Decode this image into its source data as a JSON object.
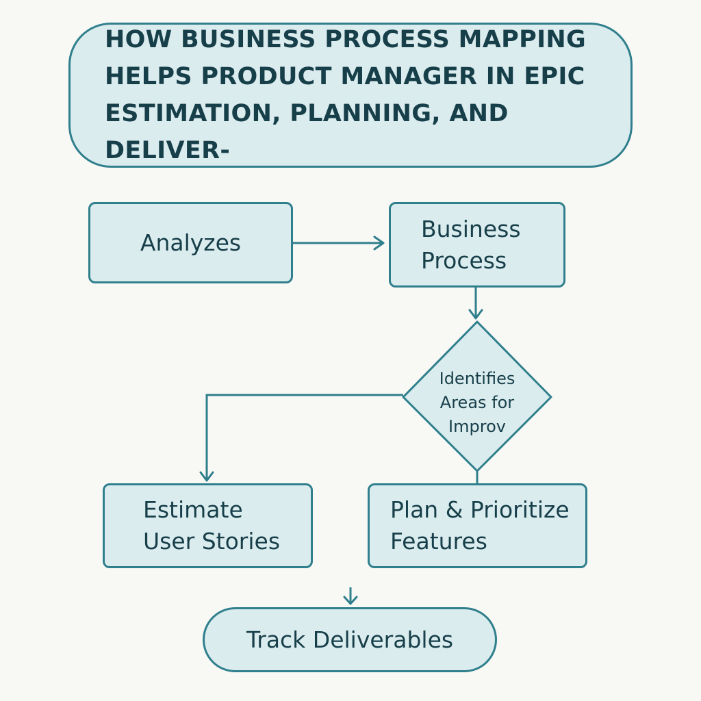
{
  "title": "HOW BUSINESS PROCESS MAPPING\nHELPS PRODUCT MANAGER IN EPIC\nESTIMATION, PLANNING, AND DELIVER-",
  "nodes": {
    "analyzes": "Analyzes",
    "business_process": "Business\nProcess",
    "identifies": "Identifies\nAreas for\nImprov",
    "estimate": "Estimate\nUser Stories",
    "plan": "Plan & Prioritize\nFeatures",
    "track": "Track Deliverables"
  },
  "colors": {
    "background": "#f8f8f5",
    "node_fill": "#dbecee",
    "stroke": "#2f7f8c",
    "text": "#173f4a"
  }
}
